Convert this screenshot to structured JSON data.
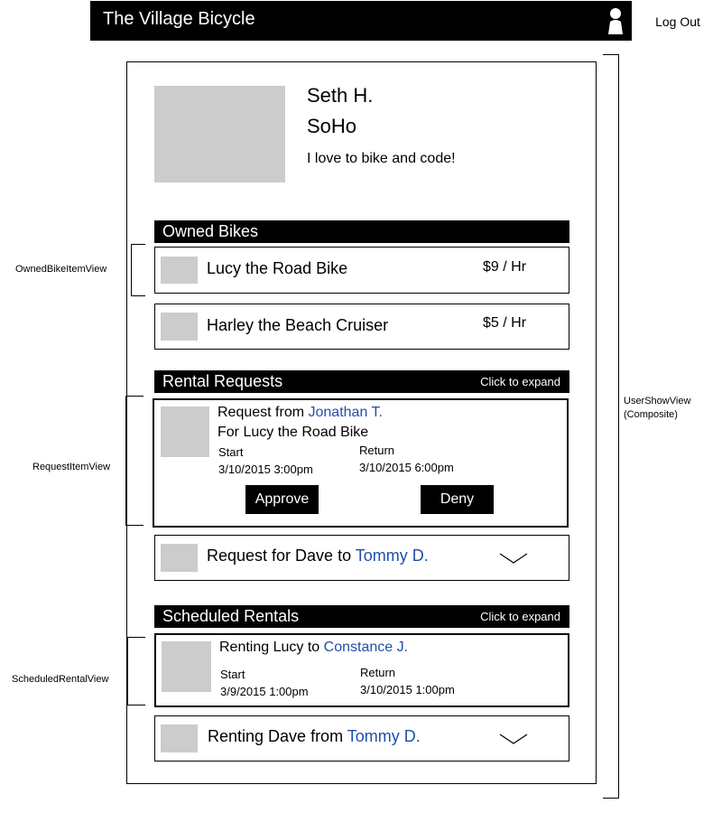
{
  "header": {
    "app_title": "The Village Bicycle",
    "logout_label": "Log Out",
    "user_icon": "user-icon"
  },
  "profile": {
    "name": "Seth H.",
    "location": "SoHo",
    "bio": "I love to bike and code!"
  },
  "owned_bikes": {
    "title": "Owned Bikes",
    "items": [
      {
        "name": "Lucy the Road Bike",
        "price": "$9 / Hr"
      },
      {
        "name": "Harley the Beach Cruiser",
        "price": "$5 / Hr"
      }
    ]
  },
  "rental_requests": {
    "title": "Rental Requests",
    "expand_label": "Click to expand",
    "expanded": {
      "request_prefix": "Request from",
      "requester": "Jonathan T.",
      "for_line": "For Lucy the Road Bike",
      "start_label": "Start",
      "start_value": "3/10/2015 3:00pm",
      "return_label": "Return",
      "return_value": "3/10/2015 6:00pm",
      "approve_label": "Approve",
      "deny_label": "Deny"
    },
    "collapsed": {
      "text_prefix": "Request for Dave to",
      "person": "Tommy D."
    }
  },
  "scheduled_rentals": {
    "title": "Scheduled Rentals",
    "expand_label": "Click to expand",
    "expanded": {
      "text_prefix": "Renting Lucy to",
      "person": "Constance J.",
      "start_label": "Start",
      "start_value": "3/9/2015 1:00pm",
      "return_label": "Return",
      "return_value": "3/10/2015 1:00pm"
    },
    "collapsed": {
      "text_prefix": "Renting Dave from",
      "person": "Tommy D."
    }
  },
  "annotations": {
    "owned_bike_item_view": "OwnedBikeItemView",
    "request_item_view": "RequestItemView",
    "scheduled_rental_view": "ScheduledRentalView",
    "user_show_view_line1": "UserShowView",
    "user_show_view_line2": "(Composite)"
  },
  "colors": {
    "link": "#1f4fa8",
    "placeholder": "#cccccc",
    "bar": "#000000"
  }
}
